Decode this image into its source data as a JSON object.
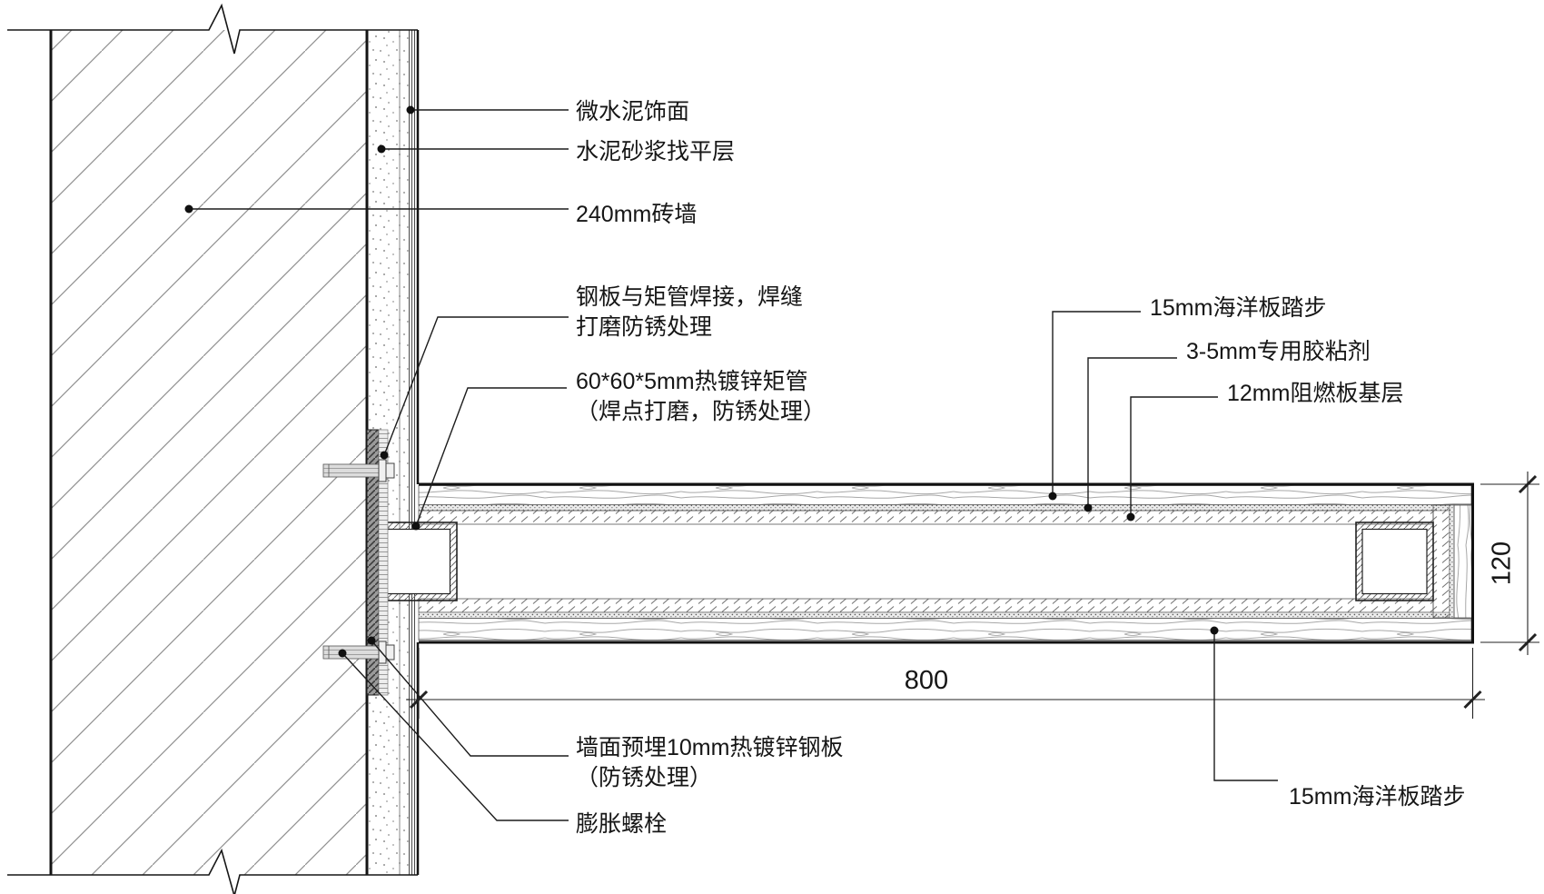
{
  "callouts": {
    "micro_cement": "微水泥饰面",
    "mortar_leveling": "水泥砂浆找平层",
    "brick_wall": "240mm砖墙",
    "weld_line1": "钢板与矩管焊接，焊缝",
    "weld_line2": "打磨防锈处理",
    "tube_line1": "60*60*5mm热镀锌矩管",
    "tube_line2": "（焊点打磨，防锈处理）",
    "marine_step_top": "15mm海洋板踏步",
    "adhesive": "3-5mm专用胶粘剂",
    "fire_board": "12mm阻燃板基层",
    "embed_plate_line1": "墙面预埋10mm热镀锌钢板",
    "embed_plate_line2": "（防锈处理）",
    "expansion_bolt": "膨胀螺栓",
    "marine_step_bottom": "15mm海洋板踏步"
  },
  "dimensions": {
    "span": "800",
    "thickness": "120"
  },
  "colors": {
    "line": "#1a1a1a",
    "hatch": "#8f8f8f",
    "steel_plate": "#9a9a9a",
    "background": "#ffffff"
  }
}
